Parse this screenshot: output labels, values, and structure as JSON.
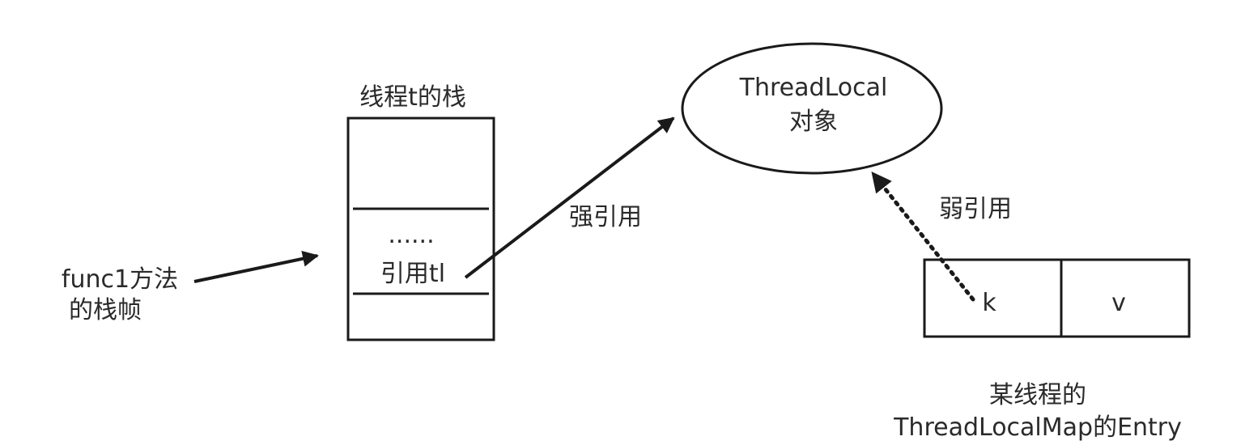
{
  "stack": {
    "title": "线程t的栈",
    "dots": "......",
    "ref_label": "引用tl"
  },
  "frame_label": {
    "line1": "func1方法",
    "line2": "的栈帧"
  },
  "threadlocal": {
    "line1": "ThreadLocal",
    "line2": "对象"
  },
  "edges": {
    "strong": "强引用",
    "weak": "弱引用"
  },
  "entry": {
    "key": "k",
    "value": "v",
    "caption_line1": "某线程的",
    "caption_line2": "ThreadLocalMap的Entry"
  }
}
